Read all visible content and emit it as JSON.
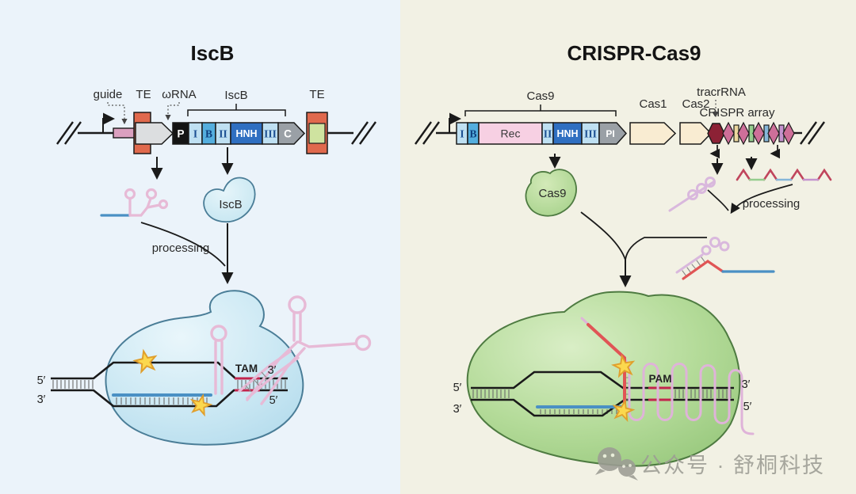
{
  "panels": {
    "iscb": {
      "title": "IscB",
      "locus": {
        "guide_label": "guide",
        "te_left_label": "TE",
        "omega_rna_label": "ωRNA",
        "bracket_label": "IscB",
        "te_right_label": "TE",
        "segments": [
          "P",
          "I",
          "B",
          "II",
          "HNH",
          "III",
          "C"
        ]
      },
      "protein_label": "IscB",
      "processing_label": "processing",
      "complex": {
        "five_left": "5′",
        "three_left": "3′",
        "tam_label": "TAM",
        "three_right": "3′",
        "five_right": "5′"
      }
    },
    "cas9": {
      "title": "CRISPR-Cas9",
      "locus": {
        "bracket_label": "Cas9",
        "segments": [
          "I",
          "B",
          "Rec",
          "II",
          "HNH",
          "III",
          "PI"
        ],
        "cas1_label": "Cas1",
        "cas2_label": "Cas2",
        "tracrrna_label": "tracrRNA",
        "crispr_array_label": "CRISPR array"
      },
      "protein_label": "Cas9",
      "processing_label": "processing",
      "complex": {
        "five_left": "5′",
        "three_left": "3′",
        "pam_label": "PAM",
        "three_right": "3′",
        "five_right": "5′"
      }
    }
  },
  "watermark": {
    "icon": "wechat-icon",
    "text": "公众号 · 舒桐科技"
  },
  "colors": {
    "left_bg": "#ebf3fa",
    "right_bg": "#f2f1e4",
    "te_orange": "#e0694d",
    "te_green": "#cfe3a0",
    "gene_gray": "#9aa0a6",
    "p_black": "#141414",
    "domain_light_blue": "#bfe0f2",
    "domain_mid_blue": "#54aede",
    "hnh_blue": "#2f6fc1",
    "rec_pink": "#f7d0e3",
    "cas_beige": "#f9ecd2",
    "tracr_dark_red": "#8c2135",
    "repeat_pink": "#ce6f99",
    "spacer_yellow": "#ecd79e",
    "spacer_green": "#95cd8e",
    "spacer_blue": "#86b7da",
    "spacer_violet": "#c493ce",
    "iscb_protein_blue": "#cfe9f4",
    "cas9_protein_green": "#aed693",
    "dna_black": "#1a1a1a",
    "guide_blue": "#4a90c4",
    "tam_pam_red": "#c2254d",
    "crrna_red": "#e05555",
    "rna_pink": "#e7bad6",
    "star_yellow": "#fbd84e",
    "watermark_gray": "#9c9c94"
  }
}
